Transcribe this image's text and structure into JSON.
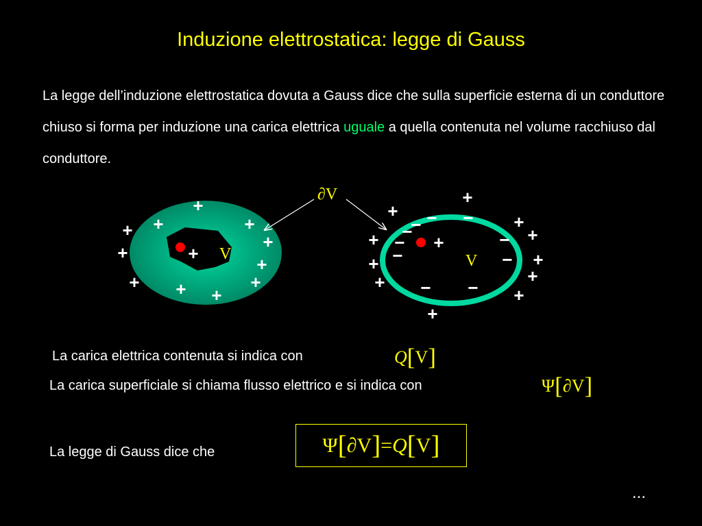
{
  "slide": {
    "title": "Induzione elettrostatica: legge di Gauss",
    "paragraph": {
      "part1": "La legge dell’induzione elettrostatica dovuta a Gauss dice che sulla superficie esterna di un conduttore chiuso si forma per induzione una carica elettrica ",
      "highlight": "uguale",
      "part2": " a quella contenuta nel volume racchiuso dal conduttore."
    },
    "diagram": {
      "surface_label": "∂V",
      "volume_label": "V",
      "plus_sign": "+",
      "minus_sign": "−",
      "colors": {
        "shell": "#00b386",
        "charge": "#ff0000",
        "label": "#ffff00"
      }
    },
    "line1": "La carica elettrica contenuta si indica con",
    "line2": "La carica superficiale si chiama flusso elettrico e si indica con",
    "line3": "La legge di Gauss dice che",
    "formula_q": {
      "symbol": "Q",
      "lbr": "[",
      "arg": "V",
      "rbr": "]"
    },
    "formula_psi": {
      "symbol": "Ψ",
      "lbr": "[",
      "arg": "∂V",
      "rbr": "]"
    },
    "formula_gauss": {
      "psi": "Ψ",
      "lbr": "[",
      "arg1": "∂V",
      "rbr": "]",
      "eq": " = ",
      "q": "Q",
      "arg2": "V"
    },
    "ellipsis": "..."
  }
}
